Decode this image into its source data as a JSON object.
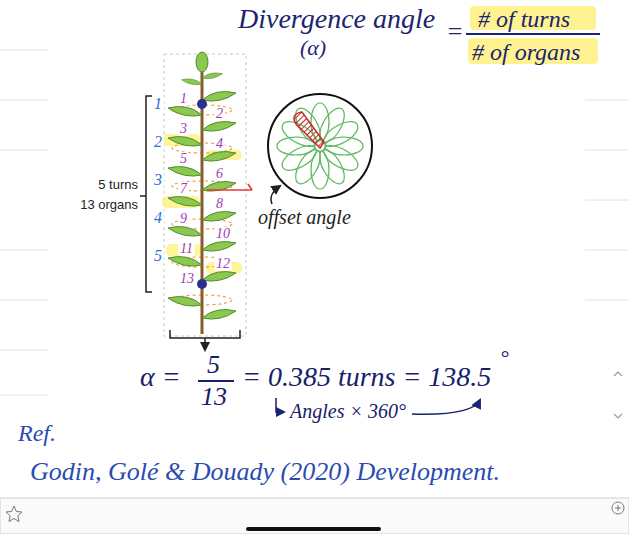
{
  "diagram": {
    "labels": [
      "Divergence angle",
      "(α)",
      "=",
      "# of turns",
      "# of organs",
      "5 turns",
      "13 organs",
      "1",
      "2",
      "3",
      "4",
      "5",
      "1",
      "2",
      "3",
      "4",
      "5",
      "6",
      "7",
      "8",
      "9",
      "10",
      "11",
      "12",
      "13",
      "offset angle",
      "α =",
      "5",
      "13",
      "= 0.385 turns = 138.5",
      "°",
      "Angles × 360°",
      "Ref.",
      "Godin, Golé & Douady (2020) Development."
    ]
  }
}
